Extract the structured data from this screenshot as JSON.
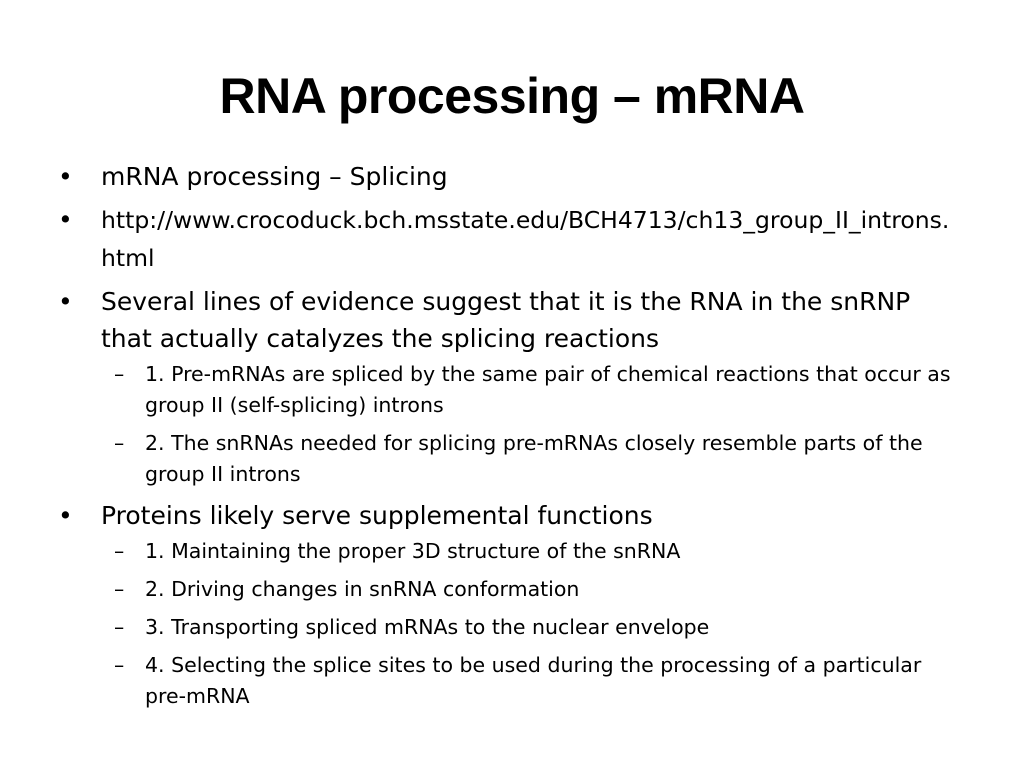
{
  "slide": {
    "title": "RNA processing – mRNA",
    "bullet_glyph": "•",
    "dash_glyph": "–",
    "bullets": [
      {
        "text": "mRNA processing – Splicing",
        "sub": []
      },
      {
        "text": "http://www.crocoduck.bch.msstate.edu/BCH4713/ch13_group_II_introns.html",
        "sub": []
      },
      {
        "text": "Several lines of evidence suggest that it is the RNA in the snRNP that actually catalyzes the splicing reactions",
        "sub": [
          "1. Pre-mRNAs are spliced by the same pair of chemical reactions that occur as group II (self-splicing) introns",
          "2. The snRNAs needed for splicing pre-mRNAs closely resemble parts of the group II introns"
        ]
      },
      {
        "text": "Proteins likely serve supplemental functions",
        "sub": [
          "1. Maintaining the proper 3D structure of the snRNA",
          "2. Driving changes in snRNA conformation",
          "3. Transporting spliced mRNAs to the nuclear envelope",
          "4. Selecting the splice sites to be used during the processing of a particular pre-mRNA"
        ]
      }
    ]
  }
}
